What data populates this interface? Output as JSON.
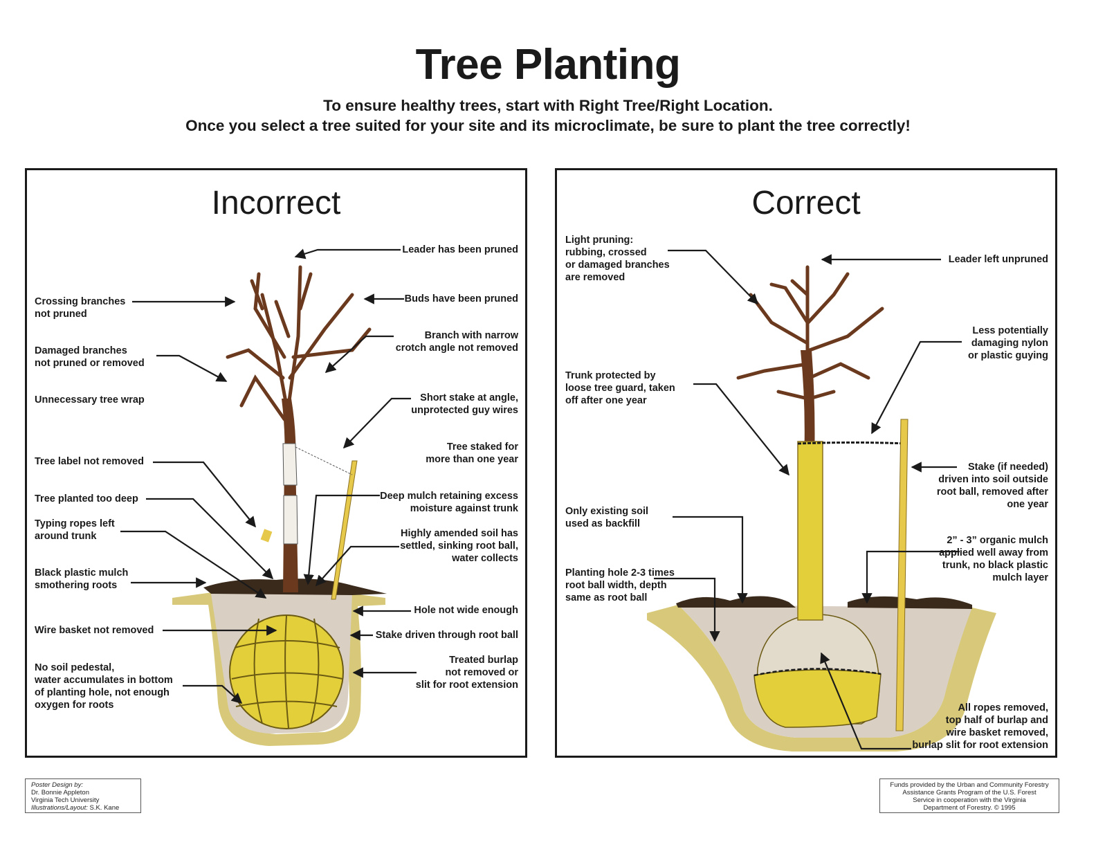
{
  "title": "Tree Planting",
  "subtitle_line1": "To ensure healthy trees, start with Right Tree/Right Location.",
  "subtitle_line2": "Once you select a tree suited for your site and its microclimate, be sure to plant the tree correctly!",
  "incorrect": {
    "heading": "Incorrect",
    "labels": {
      "leader_pruned": "Leader has been pruned",
      "crossing_branches": "Crossing branches\nnot pruned",
      "buds_pruned": "Buds have been pruned",
      "damaged_branches": "Damaged branches\nnot pruned or removed",
      "narrow_crotch": "Branch with narrow\ncrotch angle not removed",
      "tree_wrap": "Unnecessary tree wrap",
      "short_stake": "Short stake at angle,\nunprotected guy wires",
      "staked_long": "Tree staked for\nmore than one year",
      "tree_label": "Tree label not removed",
      "planted_deep": "Tree planted too deep",
      "deep_mulch": "Deep mulch retaining excess\nmoisture against trunk",
      "typing_ropes": "Typing ropes left\naround trunk",
      "amended_soil": "Highly amended soil has\nsettled, sinking root ball,\nwater collects",
      "plastic_mulch": "Black plastic mulch\nsmothering roots",
      "hole_narrow": "Hole not wide enough",
      "wire_basket": "Wire basket not removed",
      "stake_through": "Stake driven through root ball",
      "no_pedestal": "No soil pedestal,\nwater accumulates in bottom\nof planting hole, not enough\noxygen for roots",
      "treated_burlap": "Treated burlap\nnot removed or\nslit for root extension"
    }
  },
  "correct": {
    "heading": "Correct",
    "labels": {
      "light_pruning": "Light pruning:\nrubbing, crossed\nor damaged branches\nare removed",
      "leader_unpruned": "Leader left unpruned",
      "nylon_guying": "Less potentially\ndamaging nylon\nor plastic guying",
      "tree_guard": "Trunk protected by\nloose tree guard, taken\noff after one year",
      "stake_needed": "Stake (if needed)\ndriven into soil outside\nroot ball, removed after\none year",
      "existing_soil": "Only existing soil\nused as backfill",
      "organic_mulch": "2” - 3” organic mulch\napplied well away from\ntrunk, no black plastic\nmulch layer",
      "planting_hole": "Planting hole 2-3 times\nroot ball width, depth\nsame as root ball",
      "ropes_removed": "All ropes removed,\ntop half of burlap and\nwire basket removed,\nburlap slit for root extension"
    }
  },
  "credit_left": {
    "line1": "Poster Design by:",
    "line2": "Dr. Bonnie Appleton\nVirginia Tech University",
    "line3": "Illustrations/Layout:",
    "line4": "S.K. Kane"
  },
  "credit_right": "Funds provided by the Urban and Community Forestry\nAssistance Grants Program of the U.S. Forest\nService in cooperation with the Virginia\nDepartment of Forestry.    © 1995",
  "colors": {
    "trunk": "#6b3a1e",
    "burlap": "#e3cf3a",
    "soil": "#d9cfc3",
    "stake": "#e6c84a",
    "ink": "#1a1a1a"
  }
}
